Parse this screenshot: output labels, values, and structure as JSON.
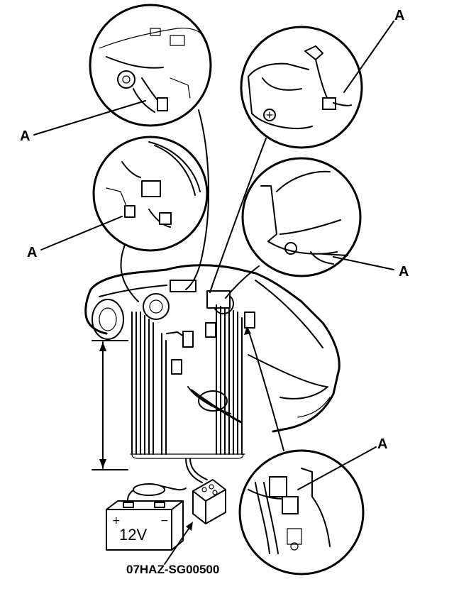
{
  "callouts": {
    "label": "A",
    "count": 5
  },
  "battery": {
    "voltage_label": "12V"
  },
  "tool": {
    "part_number": "07HAZ-SG00500"
  }
}
